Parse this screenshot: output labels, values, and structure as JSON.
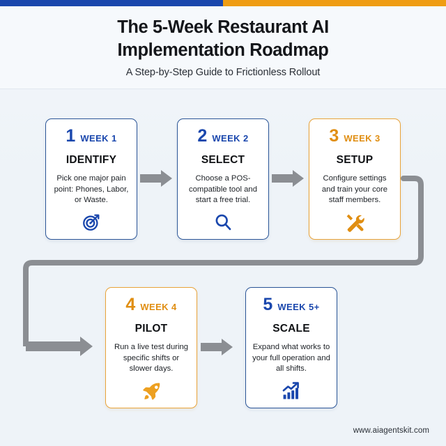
{
  "topbar": {
    "blue": "#1a47ad",
    "orange": "#ef9d13"
  },
  "header": {
    "title_line1": "The 5-Week Restaurant AI",
    "title_line2": "Implementation Roadmap",
    "subtitle": "A Step-by-Step Guide to Frictionless Rollout"
  },
  "theme": {
    "blue": "#1a47ad",
    "orange": "#e08e12",
    "arrow_gray": "#8b8e93",
    "card_border_blue": "#2b5597",
    "card_border_orange": "#e8a33a",
    "background": "#eef3f8"
  },
  "steps": [
    {
      "number": "1",
      "week": "WEEK 1",
      "title": "IDENTIFY",
      "description": "Pick one major pain point: Phones, Labor, or Waste.",
      "icon": "target-icon",
      "accent": "blue"
    },
    {
      "number": "2",
      "week": "WEEK 2",
      "title": "SELECT",
      "description": "Choose a POS-compatible tool and start a free trial.",
      "icon": "magnifier-icon",
      "accent": "blue"
    },
    {
      "number": "3",
      "week": "WEEK 3",
      "title": "SETUP",
      "description": "Configure settings and train your core staff members.",
      "icon": "tools-icon",
      "accent": "orange"
    },
    {
      "number": "4",
      "week": "WEEK 4",
      "title": "PILOT",
      "description": "Run a live test during specific shifts or slower days.",
      "icon": "rocket-icon",
      "accent": "orange"
    },
    {
      "number": "5",
      "week": "WEEK 5+",
      "title": "SCALE",
      "description": "Expand what works to your full operation and all shifts.",
      "icon": "growth-chart-icon",
      "accent": "blue"
    }
  ],
  "footer": {
    "url": "www.aiagentskit.com"
  }
}
